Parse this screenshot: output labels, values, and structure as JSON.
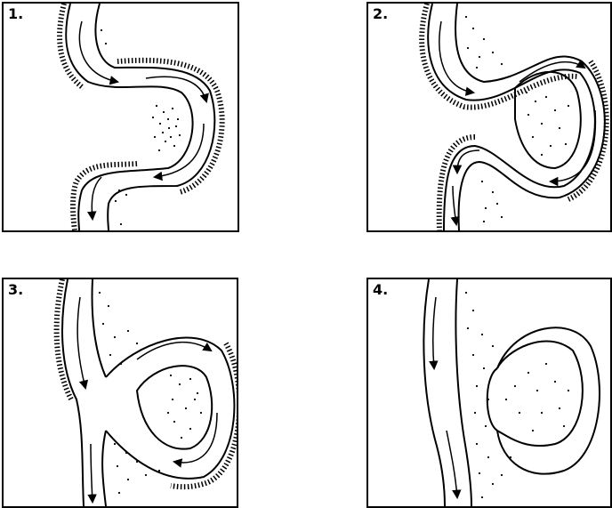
{
  "panels": [
    {
      "id": "p1",
      "label": "1."
    },
    {
      "id": "p2",
      "label": "2."
    },
    {
      "id": "p3",
      "label": "3."
    },
    {
      "id": "p4",
      "label": "4."
    }
  ],
  "colors": {
    "ink": "#000000",
    "background": "#ffffff"
  }
}
